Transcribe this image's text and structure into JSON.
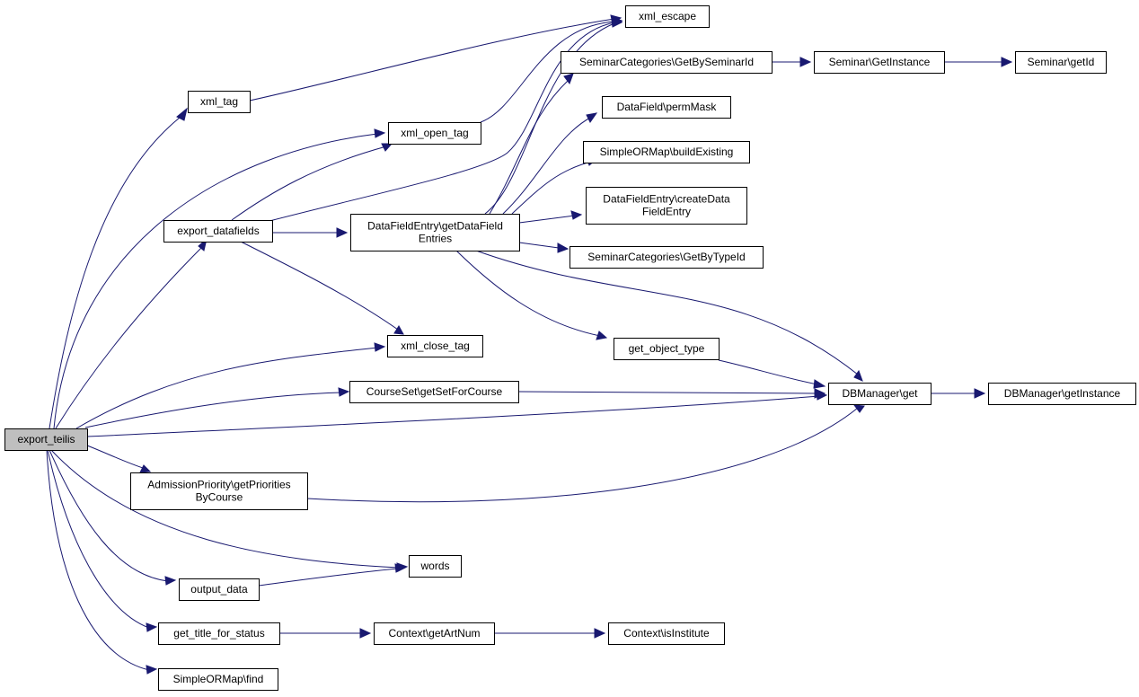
{
  "colors": {
    "edge": "#191970",
    "root_fill": "#bfbfbf",
    "node_fill": "#ffffff"
  },
  "nodes": {
    "export_teilis": [
      "export_teilis"
    ],
    "xml_tag": [
      "xml_tag"
    ],
    "xml_escape": [
      "xml_escape"
    ],
    "xml_open_tag": [
      "xml_open_tag"
    ],
    "export_datafields": [
      "export_datafields"
    ],
    "getDataFieldEntries": [
      "DataFieldEntry\\getDataField",
      "Entries"
    ],
    "getBySeminarId": [
      "SeminarCategories\\GetBySeminarId"
    ],
    "seminarGetInstance": [
      "Seminar\\GetInstance"
    ],
    "seminarGetId": [
      "Seminar\\getId"
    ],
    "permMask": [
      "DataField\\permMask"
    ],
    "buildExisting": [
      "SimpleORMap\\buildExisting"
    ],
    "createDataFieldEntry": [
      "DataFieldEntry\\createData",
      "FieldEntry"
    ],
    "getByTypeId": [
      "SeminarCategories\\GetByTypeId"
    ],
    "get_object_type": [
      "get_object_type"
    ],
    "xml_close_tag": [
      "xml_close_tag"
    ],
    "getSetForCourse": [
      "CourseSet\\getSetForCourse"
    ],
    "dbGet": [
      "DBManager\\get"
    ],
    "dbGetInstance": [
      "DBManager\\getInstance"
    ],
    "getPriorities": [
      "AdmissionPriority\\getPriorities",
      "ByCourse"
    ],
    "words": [
      "words"
    ],
    "output_data": [
      "output_data"
    ],
    "get_title_for_status": [
      "get_title_for_status"
    ],
    "getArtNum": [
      "Context\\getArtNum"
    ],
    "isInstitute": [
      "Context\\isInstitute"
    ],
    "find": [
      "SimpleORMap\\find"
    ]
  }
}
